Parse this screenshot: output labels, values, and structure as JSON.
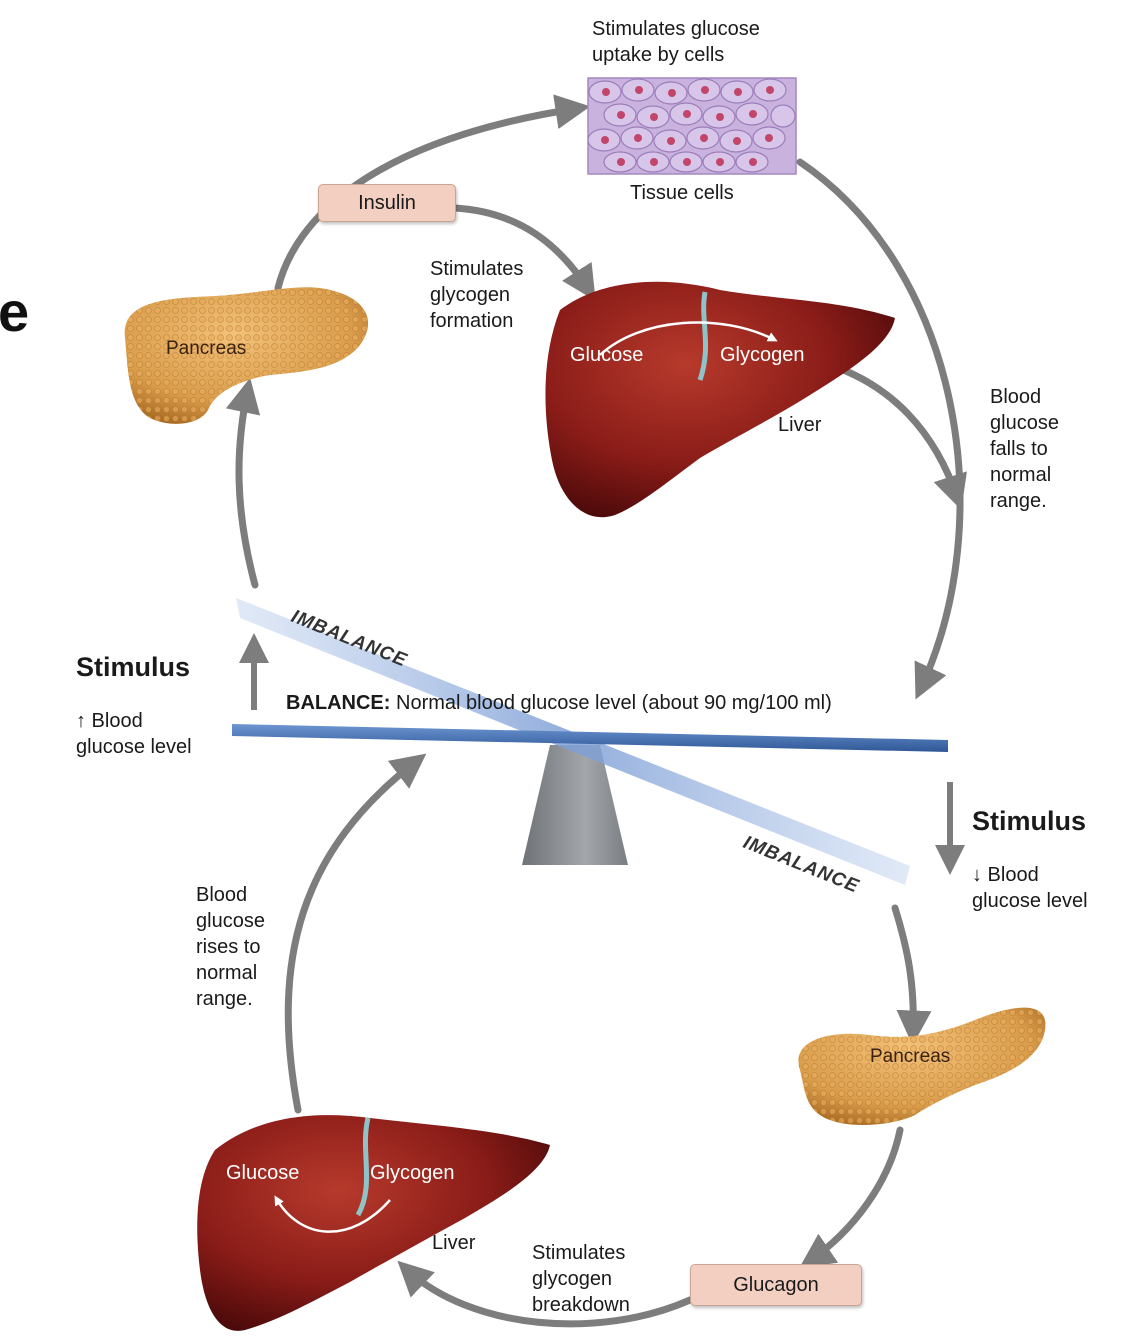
{
  "colors": {
    "arrow": "#7d7d7d",
    "beam": "#3b68ac",
    "fulcrum": "#8f9396",
    "liver": "#7e1616",
    "pancreas": "#d99c4b",
    "pill_bg": "#f3cfc1",
    "tissue": "#c4a7d8"
  },
  "edge_fragment": "e",
  "top_loop": {
    "uptake_label": "Stimulates glucose\nuptake by cells",
    "tissue_label": "Tissue cells",
    "insulin_label": "Insulin",
    "glycogen_formation_label": "Stimulates\nglycogen\nformation",
    "pancreas_label": "Pancreas",
    "liver_glucose": "Glucose",
    "liver_glycogen": "Glycogen",
    "liver_label": "Liver",
    "falls_label": "Blood\nglucose\nfalls to\nnormal\nrange."
  },
  "center": {
    "stimulus_up_title": "Stimulus",
    "stimulus_up_text": "↑ Blood\nglucose level",
    "imbalance_upper": "IMBALANCE",
    "balance_label": "BALANCE:",
    "balance_text": "Normal blood glucose level (about 90 mg/100 ml)",
    "imbalance_lower": "IMBALANCE",
    "stimulus_down_title": "Stimulus",
    "stimulus_down_text": "↓ Blood\nglucose level"
  },
  "bottom_loop": {
    "rises_label": "Blood\nglucose\nrises to\nnormal\nrange.",
    "pancreas_label": "Pancreas",
    "liver_glucose": "Glucose",
    "liver_glycogen": "Glycogen",
    "liver_label": "Liver",
    "breakdown_label": "Stimulates\nglycogen\nbreakdown",
    "glucagon_label": "Glucagon"
  }
}
